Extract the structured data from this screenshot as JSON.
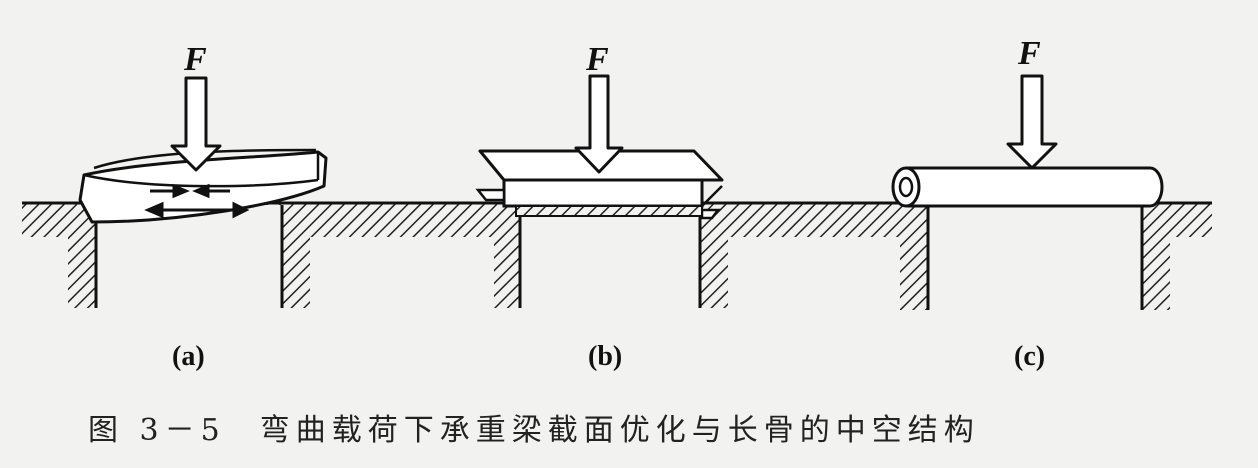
{
  "panels": [
    {
      "id": "a",
      "force": "F",
      "label": "(a)"
    },
    {
      "id": "b",
      "force": "F",
      "label": "(b)"
    },
    {
      "id": "c",
      "force": "F",
      "label": "(c)"
    }
  ],
  "caption": {
    "figure_number": "图 3－5",
    "text": "弯曲载荷下承重梁截面优化与长骨的中空结构"
  },
  "colors": {
    "line": "#111111",
    "background": "#f2f2f0",
    "fill": "#ffffff"
  }
}
